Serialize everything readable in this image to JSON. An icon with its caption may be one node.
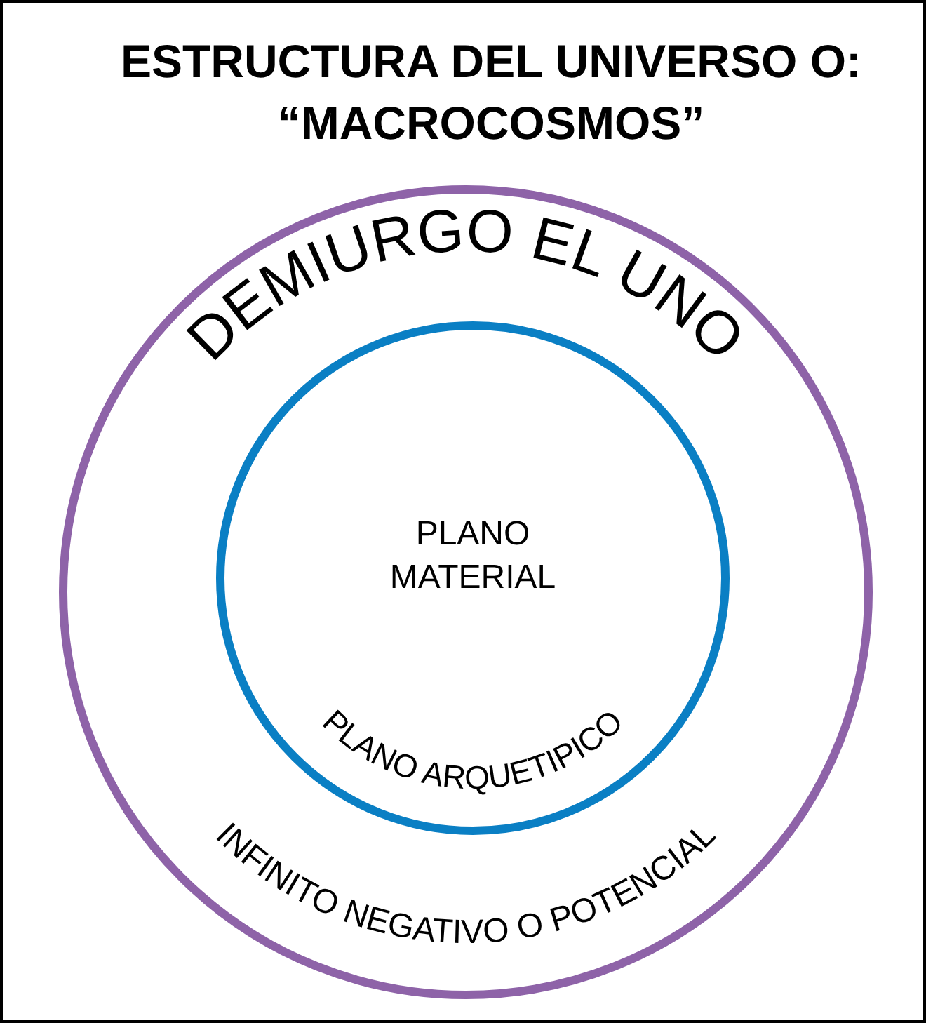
{
  "diagram": {
    "title": "ESTRUCTURA DEL UNIVERSO O: “MACROCOSMOS”",
    "nodes": [
      {
        "text": [
          "DEMIURGO EL UNO",
          "INFINITO NEGATIVO O POTENCIAL"
        ]
      },
      {
        "text": [
          "PLANO MATERIAL",
          "PLANO ARQUETIPICO"
        ],
        "in": 0
      }
    ]
  }
}
